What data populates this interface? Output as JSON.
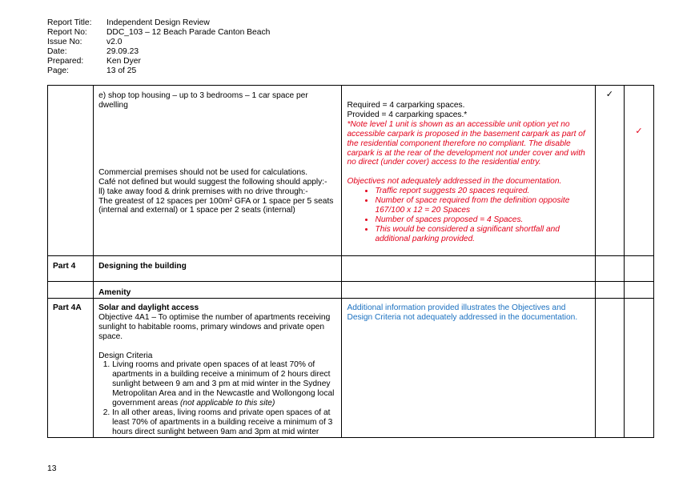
{
  "header": {
    "rows": [
      {
        "label": "Report Title:",
        "value": "Independent Design Review"
      },
      {
        "label": "Report No:",
        "value": "DDC_103 – 12 Beach Parade Canton Beach"
      },
      {
        "label": "Issue No:",
        "value": "v2.0"
      },
      {
        "label": "Date:",
        "value": "29.09.23"
      },
      {
        "label": "Prepared:",
        "value": "Ken Dyer"
      },
      {
        "label": "Page:",
        "value": "13 of 25"
      }
    ]
  },
  "table": {
    "row1": {
      "criteria_a": "e) shop top housing – up to 3 bedrooms – 1 car space per dwelling",
      "criteria_b1": "Commercial premises should not be used for calculations.",
      "criteria_b2": "Café not defined but would suggest the following should apply:-",
      "criteria_b3": "ll) take away food & drink premises with no drive through:-",
      "criteria_b4": "The greatest of 12 spaces per 100m² GFA or 1 space per 5 seats (internal and external) or 1 space per 2 seats (internal)",
      "comment_required": "Required = 4 carparking spaces.",
      "comment_provided": "Provided = 4 carparking spaces.*",
      "comment_note": "*Note level 1 unit is shown as an accessible unit option yet no accessible carpark is proposed in the basement carpark as part of the residential component therefore no compliant. The disable carpark is at the rear of the development not under cover and with no direct (under cover) access to the residential entry.",
      "comment_objectives": "Objectives not adequately addressed in the documentation.",
      "comment_bullets": [
        "Traffic report suggests 20 spaces required.",
        "Number of space required from the definition opposite 167/100 x 12 = 20 Spaces",
        "Number of spaces proposed = 4 Spaces.",
        "This would be considered a significant shortfall and additional parking provided."
      ],
      "tick_1": "✓",
      "tick_2": "✓"
    },
    "row2": {
      "part": "Part 4",
      "title": "Designing the building"
    },
    "row3": {
      "title": "Amenity"
    },
    "row4": {
      "part": "Part 4A",
      "title": "Solar and daylight access",
      "objective": "Objective 4A1 – To optimise the number of apartments receiving sunlight to habitable rooms, primary windows and private open space.",
      "criteria_heading": "Design Criteria",
      "criteria_1": "Living rooms and private open spaces of at least 70% of apartments in a building receive a minimum of 2 hours direct sunlight between 9 am and 3 pm at mid winter in the Sydney Metropolitan Area and in the Newcastle and Wollongong local government areas ",
      "criteria_1_italic": "(not applicable to this site)",
      "criteria_2": "In all other areas, living rooms and private open spaces of at least 70% of apartments in a building receive a minimum of 3 hours direct sunlight between 9am and 3pm at mid winter",
      "comment": "Additional information provided illustrates the Objectives and Design Criteria not adequately addressed in the documentation."
    }
  },
  "footer": {
    "page_number": "13"
  },
  "colors": {
    "red": "#e2001a",
    "blue": "#1a70c0",
    "tick_red": "#e2001a"
  }
}
